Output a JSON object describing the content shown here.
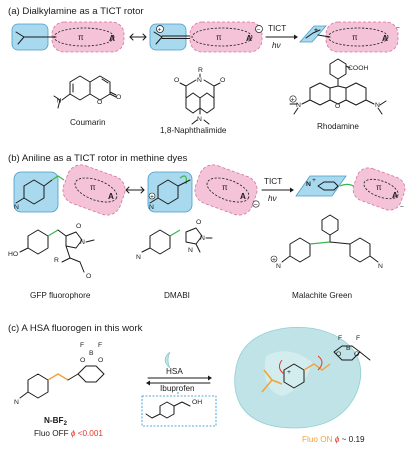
{
  "panels": {
    "a": {
      "label": "(a) Dialkylamine as a TICT rotor"
    },
    "b": {
      "label": "(b) Aniline as a TICT rotor in methine dyes"
    },
    "c": {
      "label": "(c) A HSA fluorogen in this work"
    }
  },
  "glyphs": {
    "pi": "π",
    "acceptor": "A",
    "plus": "+",
    "minus": "−",
    "radical_plus": "+",
    "nitrogen": "N",
    "oxygen": "O",
    "hydroxyl": "HO",
    "carboxyl": "COOH",
    "R": "R",
    "methyl_N": "N"
  },
  "arrows": {
    "process": "TICT",
    "light": "hν"
  },
  "compounds": {
    "coumarin": "Coumarin",
    "naphthalimide": "1,8-Naphthalimide",
    "rhodamine": "Rhodamine",
    "gfp": "GFP fluorophore",
    "dmabi": "DMABI",
    "malachite": "Malachite Green"
  },
  "panel_c": {
    "compound_name": "N-BF",
    "compound_sub": "2",
    "fluo_off_prefix": "Fluo OFF ",
    "phi": "ϕ",
    "fluo_off_value": " <0.001",
    "fluo_on_prefix": "Fluo ON ",
    "fluo_on_value": " ~ 0.19",
    "hsa": "HSA",
    "ibuprofen": "Ibuprofen",
    "f_label": "F",
    "b_label": "B",
    "o_label": "O",
    "oh_label": "OH"
  },
  "colors": {
    "pink": "#f4c3d7",
    "pink_stroke": "#d9719d",
    "blue": "#a9d9ee",
    "blue_stroke": "#4a9cc7",
    "green": "#3cb54a",
    "red": "#e0392c",
    "orange": "#f2a33a",
    "teal_protein": "#bfe3e6",
    "ibuprofen_blue": "#1f8fd0"
  }
}
